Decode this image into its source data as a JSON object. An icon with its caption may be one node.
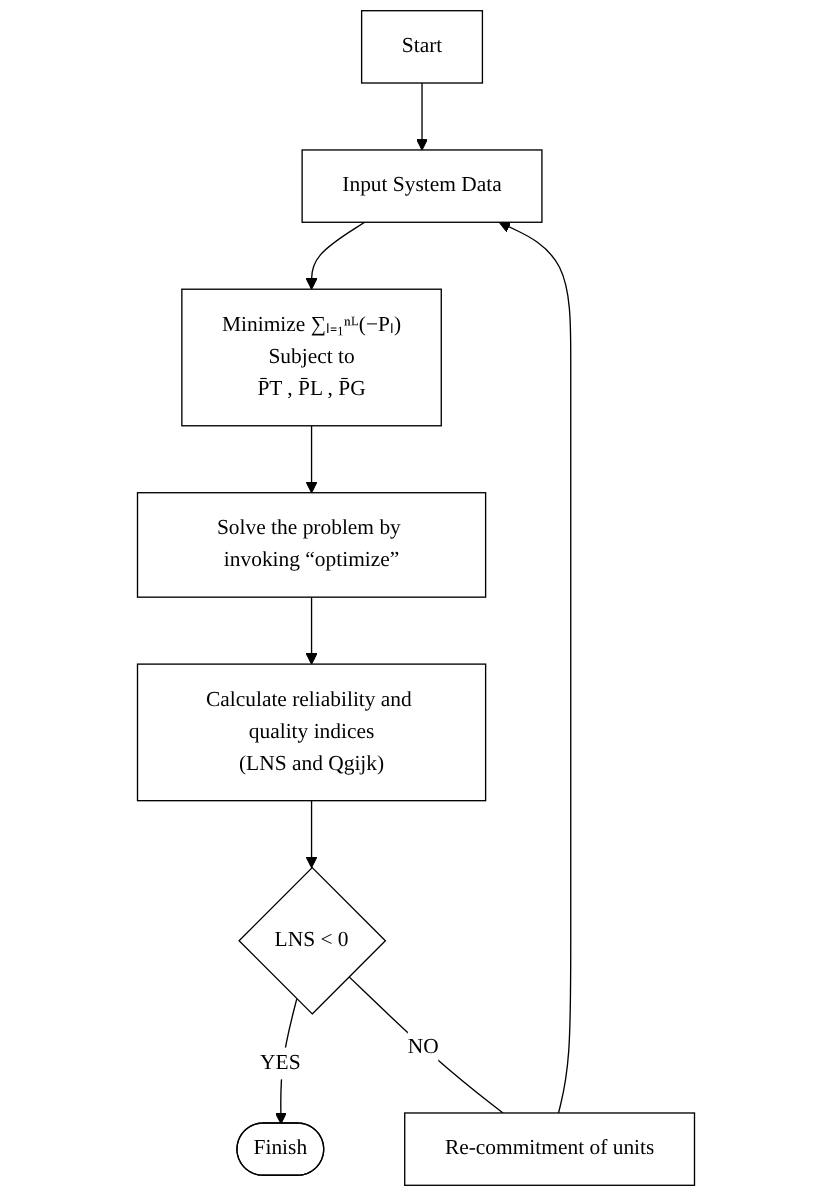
{
  "diagram": {
    "nodes": [
      {
        "text": [
          "Start"
        ]
      },
      {
        "text": [
          "Input System Data"
        ]
      },
      {
        "text": [
          "Minimize ∑ₗ₌₁ⁿᴸ(−Pₗ)",
          "Subject to",
          "P̄T , P̄L , P̄G"
        ]
      },
      {
        "text": [
          "Solve the problem by invoking “optimize”"
        ]
      },
      {
        "text": [
          "Calculate reliability and quality indices",
          "(LNS and Qgijk)"
        ]
      },
      {
        "text": [
          "LNS < 0"
        ]
      },
      {
        "text": [
          "Finish"
        ]
      },
      {
        "text": [
          "Re-commitment of units"
        ]
      }
    ],
    "edges": [
      {
        "from": 0,
        "to": 1,
        "arrow": "to"
      },
      {
        "from": 1,
        "to": 2,
        "arrow": "to"
      },
      {
        "from": 2,
        "to": 3,
        "arrow": "to"
      },
      {
        "from": 3,
        "to": 4,
        "arrow": "to"
      },
      {
        "from": 4,
        "to": 5,
        "arrow": "to"
      },
      {
        "from": 5,
        "to": 6,
        "label": "YES",
        "arrow": "to"
      },
      {
        "from": 5,
        "to": 7,
        "label": "NO",
        "arrow": "none"
      },
      {
        "from": 7,
        "to": 1,
        "arrow": "to"
      }
    ]
  }
}
